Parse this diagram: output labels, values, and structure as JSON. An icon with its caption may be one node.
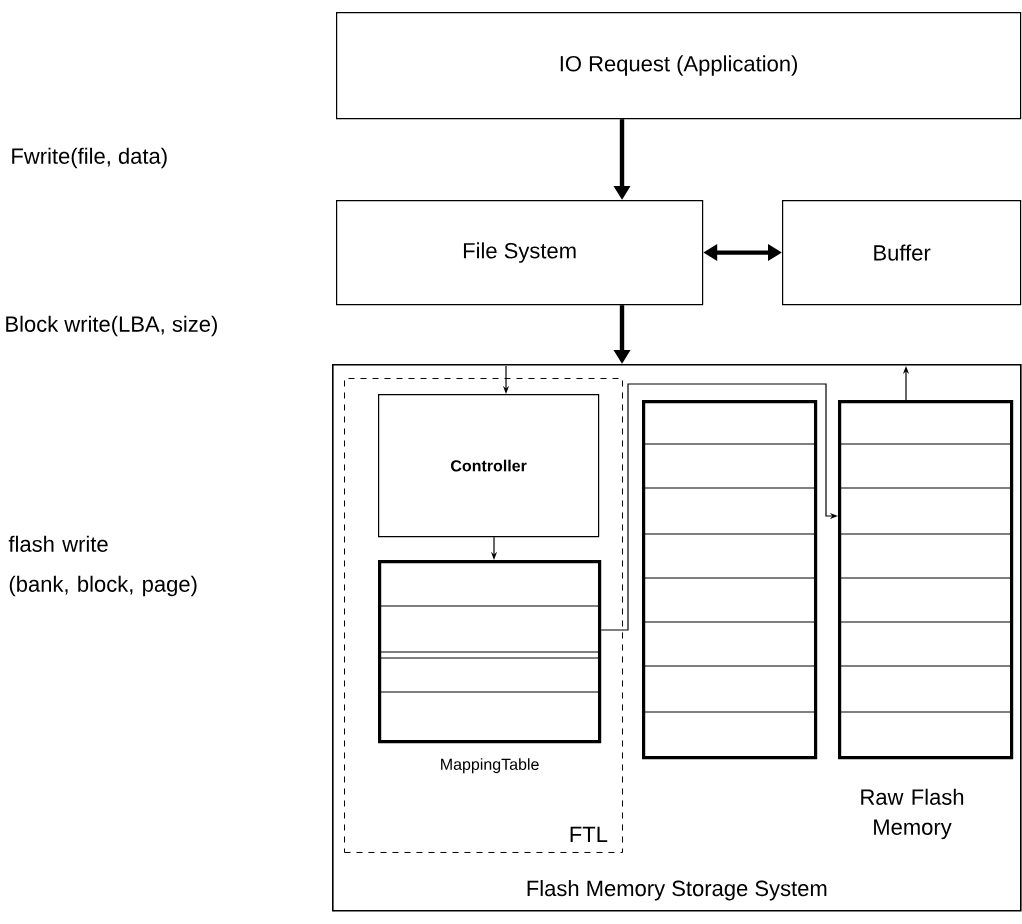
{
  "diagram": {
    "nodes": [
      {
        "text": [
          "IO Request (Application)"
        ]
      },
      {
        "text": [
          "File System"
        ]
      },
      {
        "text": [
          "Buffer"
        ]
      },
      {
        "text": [
          "Flash Memory Storage System"
        ]
      },
      {
        "text": [
          "FTL"
        ],
        "in": 3
      },
      {
        "text": [
          "Controller"
        ],
        "in": 4
      },
      {
        "text": [
          "MappingTable"
        ],
        "in": 4
      },
      {
        "text": [],
        "shape": "box",
        "in": 3
      },
      {
        "text": [],
        "shape": "box",
        "in": 3
      }
    ],
    "edges": [
      {
        "from": 0,
        "to": 1,
        "arrow": "to",
        "style": "thick"
      },
      {
        "from": 1,
        "to": 2,
        "arrow": "both",
        "style": "thick"
      },
      {
        "from": 1,
        "to": 3,
        "arrow": "to",
        "style": "thick"
      },
      {
        "from": null,
        "to": 5,
        "arrow": "to"
      },
      {
        "from": 5,
        "to": 6,
        "arrow": "to"
      },
      {
        "from": 6,
        "to": 8,
        "arrow": "to"
      },
      {
        "from": 8,
        "to": null,
        "arrow": "to"
      }
    ],
    "labels": [
      "Fwrite(file, data)",
      "Block write(LBA, size)",
      "flash write (bank, block, page)",
      "Raw Flash Memory"
    ]
  }
}
